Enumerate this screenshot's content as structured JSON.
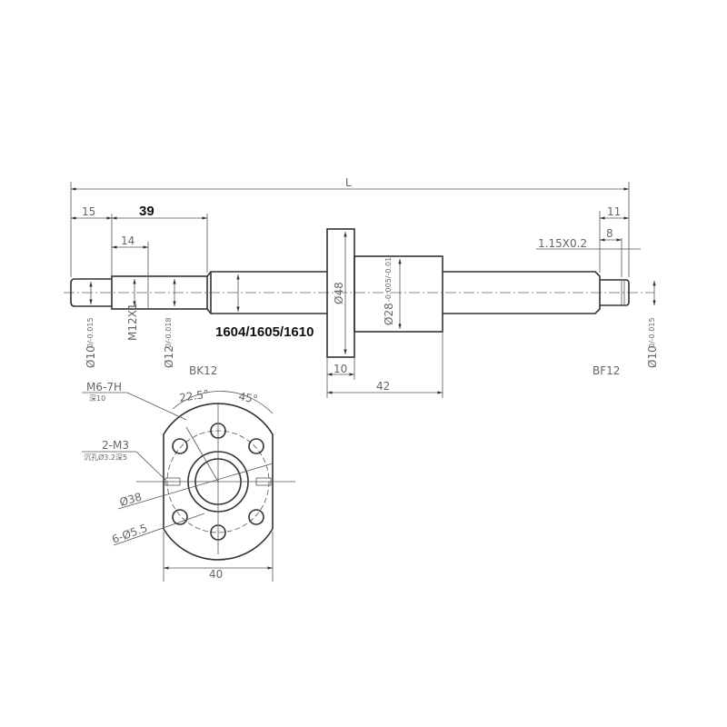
{
  "side_view": {
    "overall_length": "L",
    "dim_15": "15",
    "dim_39": "39",
    "dim_14": "14",
    "dim_11": "11",
    "dim_8": "8",
    "groove": "1.15X0.2",
    "left_end_dia": "Ø10",
    "left_end_tol": "0/-0.015",
    "thread": "M12X1",
    "bearing_dia": "Ø12",
    "bearing_tol": "0/-0.018",
    "model": "1604/1605/1610",
    "left_support": "BK12",
    "right_support": "BF12",
    "flange_dia": "Ø48",
    "nut_dia": "Ø28",
    "nut_tol": "-0.005/-0.01",
    "flange_thickness": "10",
    "nut_length": "42",
    "right_end_dia": "Ø10",
    "right_end_tol": "0/-0.015"
  },
  "end_view": {
    "oil_port": "M6-7H",
    "oil_port_depth": "深10",
    "angle_1": "22.5°",
    "angle_2": "45°",
    "set_screw": "2-M3",
    "set_screw_note": "沉孔Ø3.2深5",
    "bolt_circle": "Ø38",
    "holes": "6-Ø5.5",
    "width": "40"
  }
}
